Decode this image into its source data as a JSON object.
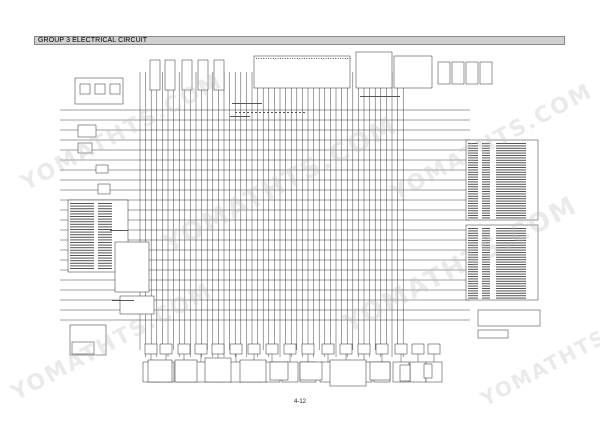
{
  "header": {
    "title": "GROUP  3  ELECTRICAL CIRCUIT"
  },
  "page": {
    "number": "4-12"
  },
  "watermark": {
    "text": "YOMATHTS.COM",
    "color": "#bdbdbd"
  },
  "colors": {
    "line": "#2b2b2b",
    "header_bg": "#d0d0d0"
  }
}
